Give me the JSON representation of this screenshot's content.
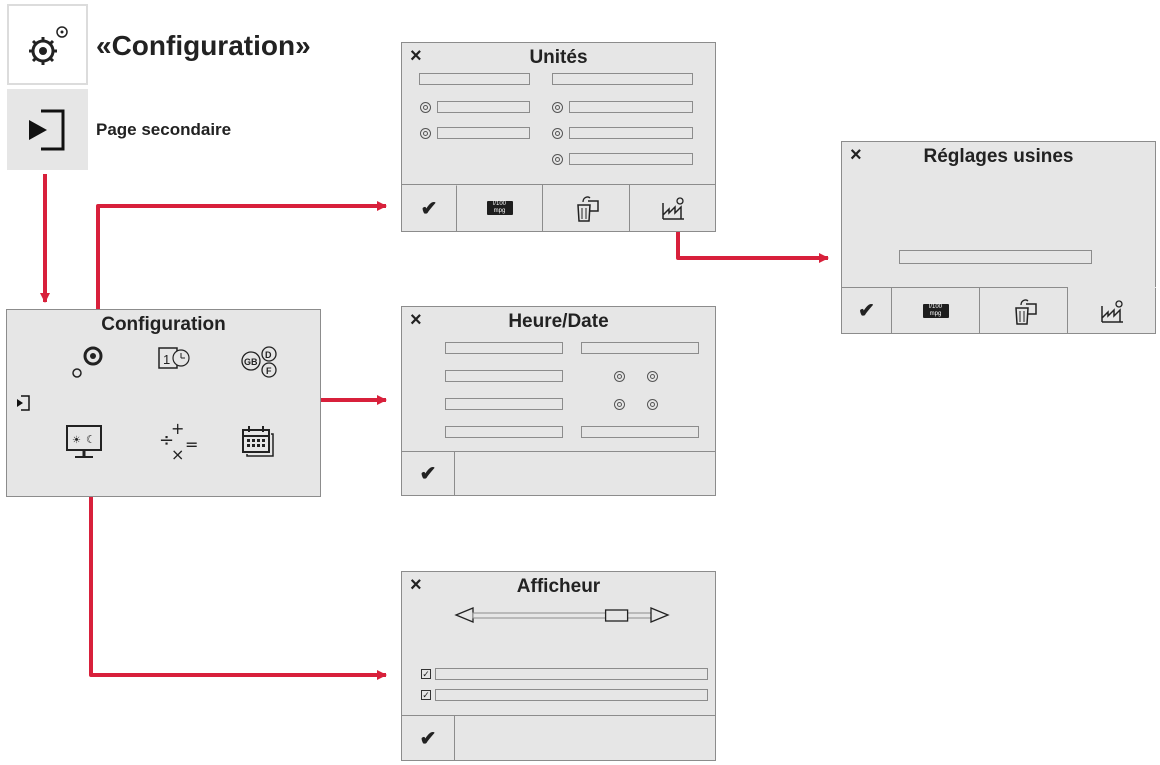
{
  "header": {
    "title": "«Configuration»",
    "subtitle": "Page secondaire"
  },
  "config_panel": {
    "title": "Configuration"
  },
  "units_panel": {
    "title": "Unités",
    "close": "×",
    "ok": "✔",
    "unit_badge_top": "l/100",
    "unit_badge_bottom": "mpg"
  },
  "factory_panel": {
    "title": "Réglages usines",
    "close": "×",
    "ok": "✔",
    "unit_badge_top": "l/100",
    "unit_badge_bottom": "mpg"
  },
  "time_panel": {
    "title": "Heure/Date",
    "close": "×",
    "ok": "✔"
  },
  "display_panel": {
    "title": "Afficheur",
    "close": "×",
    "ok": "✔",
    "slider_level": 0.85
  },
  "colors": {
    "connector": "#d8203b",
    "panel_bg": "#e6e6e6",
    "panel_border": "#8c8c8c"
  }
}
